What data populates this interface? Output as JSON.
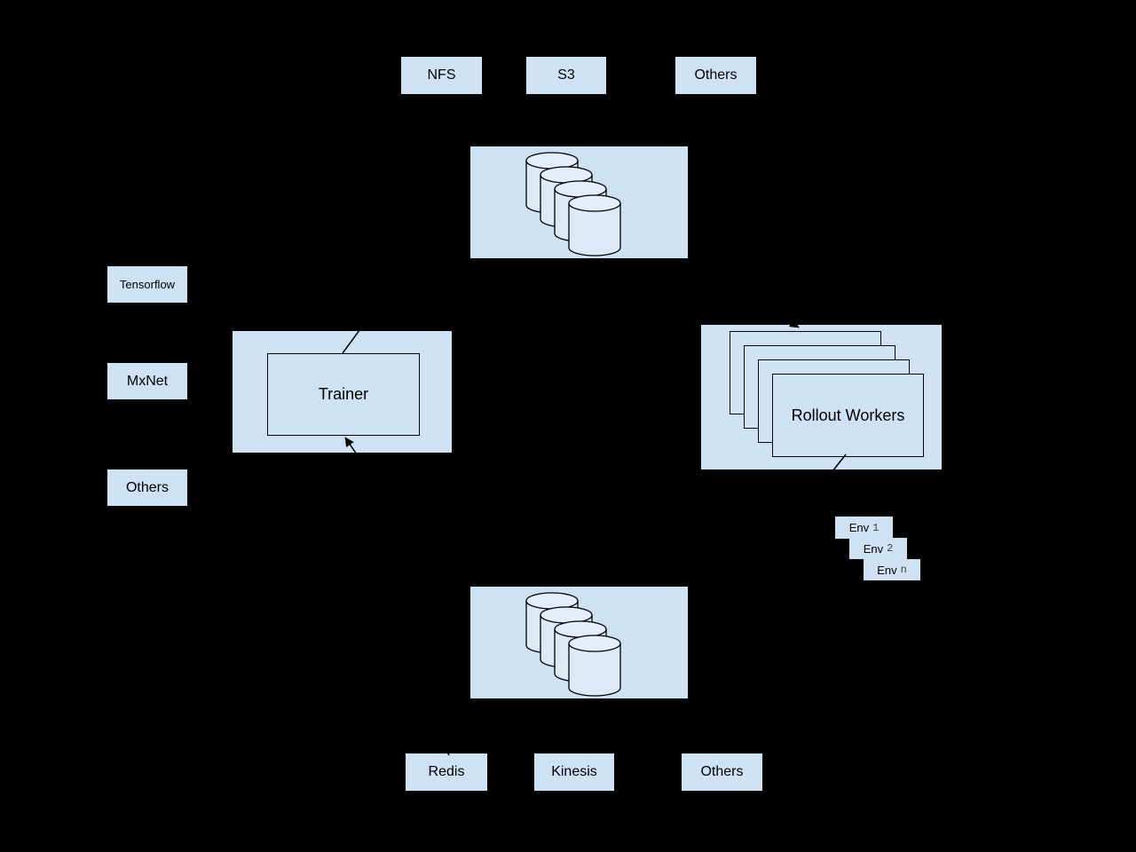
{
  "diagram": {
    "background_color": "#000000",
    "node_fill_color": "#cfe2f3",
    "stroke_color": "#000000",
    "cylinder_body_color": "#dce9f7",
    "cylinder_top_color": "#e4eefa",
    "storage_row_top": {
      "items": [
        {
          "label": "NFS"
        },
        {
          "label": "S3"
        },
        {
          "label": "Others"
        }
      ]
    },
    "model_store": {
      "icon": "database-cluster-icon"
    },
    "frameworks": {
      "items": [
        {
          "label": "Tensorflow"
        },
        {
          "label": "MxNet"
        },
        {
          "label": "Others"
        }
      ]
    },
    "trainer": {
      "label": "Trainer"
    },
    "rollout_workers": {
      "label": "Rollout Workers",
      "card_count": 4
    },
    "environments": {
      "items": [
        {
          "label": "Env",
          "suffix": "1"
        },
        {
          "label": "Env",
          "suffix": "2"
        },
        {
          "label": "Env",
          "suffix": "n"
        }
      ]
    },
    "replay_store": {
      "icon": "database-cluster-icon"
    },
    "storage_row_bottom": {
      "items": [
        {
          "label": "Redis"
        },
        {
          "label": "Kinesis"
        },
        {
          "label": "Others"
        }
      ]
    }
  }
}
